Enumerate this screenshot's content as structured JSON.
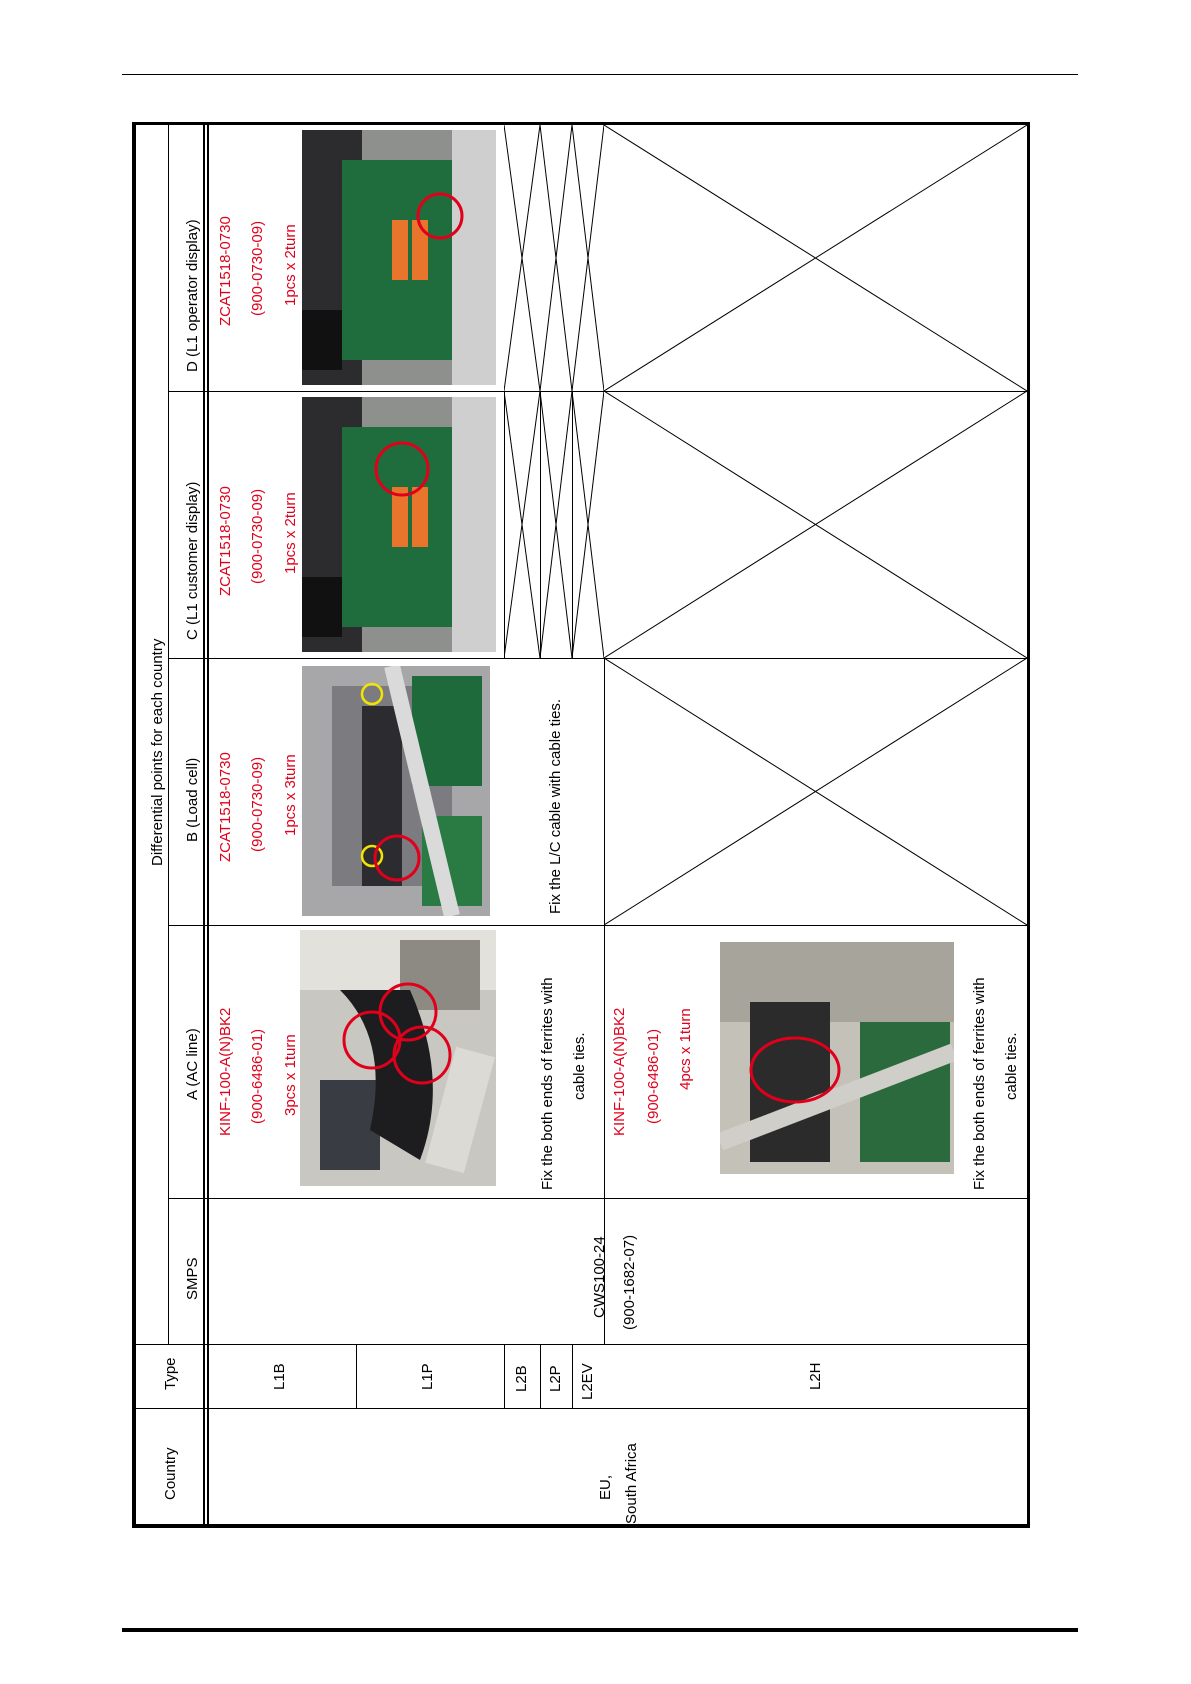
{
  "header": {
    "differential_title": "Differential points for each country",
    "country": "Country",
    "type": "Type",
    "smps": "SMPS",
    "col_a": "A (AC line)",
    "col_b": "B (Load cell)",
    "col_c": "C (L1 customer display)",
    "col_d": "D (L1 operator display)"
  },
  "country_value": {
    "line1": "EU,",
    "line2": "South Africa"
  },
  "types": {
    "l1b": "L1B",
    "l1p": "L1P",
    "l2b": "L2B",
    "l2p": "L2P",
    "l2ev": "L2EV",
    "l2h": "L2H"
  },
  "smps_value": {
    "line1": "CWS100-24",
    "line2": "(900-1682-07)"
  },
  "cell_a_l1": {
    "part": "KINF-100-A(N)BK2",
    "code": "(900-6486-01)",
    "qty": "3pcs x 1turn",
    "note1": "Fix the both ends of ferrites with",
    "note2": "cable ties."
  },
  "cell_b_l1": {
    "part": "ZCAT1518-0730",
    "code": "(900-0730-09)",
    "qty": "1pcs x 3turn",
    "note1": "Fix the L/C cable with cable ties."
  },
  "cell_c_l1": {
    "part": "ZCAT1518-0730",
    "code": "(900-0730-09)",
    "qty": "1pcs x 2turn"
  },
  "cell_d_l1": {
    "part": "ZCAT1518-0730",
    "code": "(900-0730-09)",
    "qty": "1pcs x 2turn"
  },
  "cell_a_l2h": {
    "part": "KINF-100-A(N)BK2",
    "code": "(900-6486-01)",
    "qty": "4pcs x 1turn",
    "note1": "Fix the both ends of ferrites with",
    "note2": "cable ties."
  },
  "colors": {
    "part_text": "#e0001b",
    "circle_red": "#e0001b",
    "circle_yellow": "#f2e400"
  }
}
